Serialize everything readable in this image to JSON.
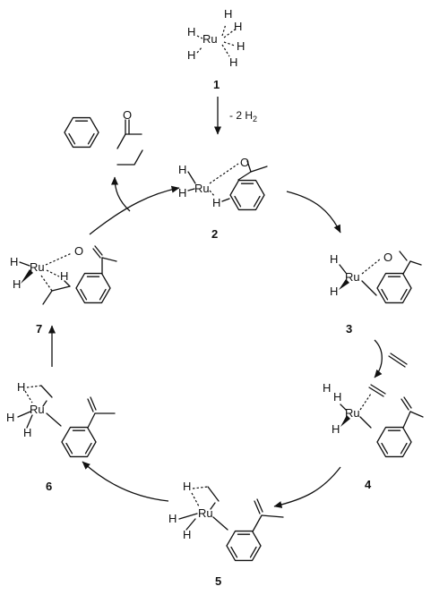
{
  "atoms": {
    "ru": "Ru",
    "h": "H",
    "o": "O"
  },
  "compounds": {
    "c1": "1",
    "c2": "2",
    "c3": "3",
    "c4": "4",
    "c5": "5",
    "c6": "6",
    "c7": "7"
  },
  "step_label": {
    "prefix": "- 2 H",
    "subscript": "2"
  }
}
